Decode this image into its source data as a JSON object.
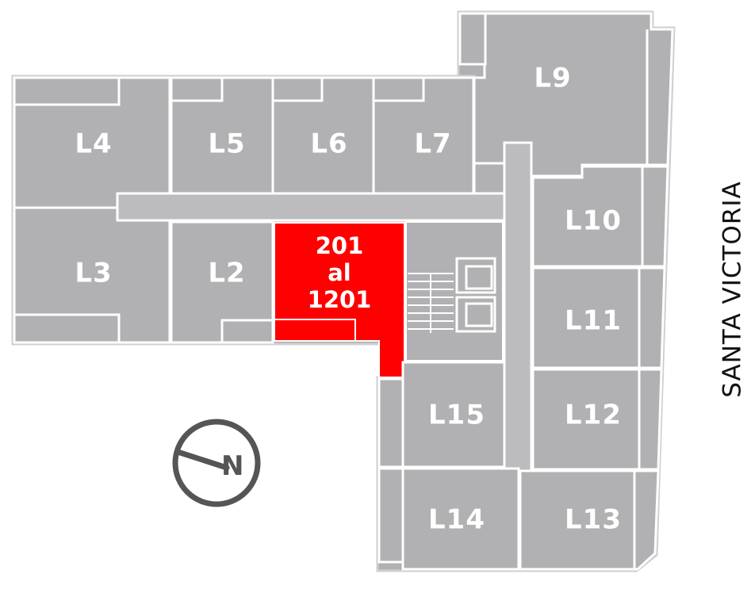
{
  "colors": {
    "unit_fill": "#b1b0b2",
    "corridor_fill": "#bcbbbd",
    "wall": "#ffffff",
    "outline": "#cfcfd1",
    "highlight": "#ff0000",
    "compass": "#555555",
    "text": "#ffffff"
  },
  "units": {
    "L2": "L2",
    "L3": "L3",
    "L4": "L4",
    "L5": "L5",
    "L6": "L6",
    "L7": "L7",
    "L9": "L9",
    "L10": "L10",
    "L11": "L11",
    "L12": "L12",
    "L13": "L13",
    "L14": "L14",
    "L15": "L15"
  },
  "highlight_unit": {
    "line1": "201",
    "line2": "al",
    "line3": "1201"
  },
  "street": {
    "name": "SANTA VICTORIA"
  },
  "compass": {
    "letter": "N",
    "icon": "north-arrow-icon"
  }
}
